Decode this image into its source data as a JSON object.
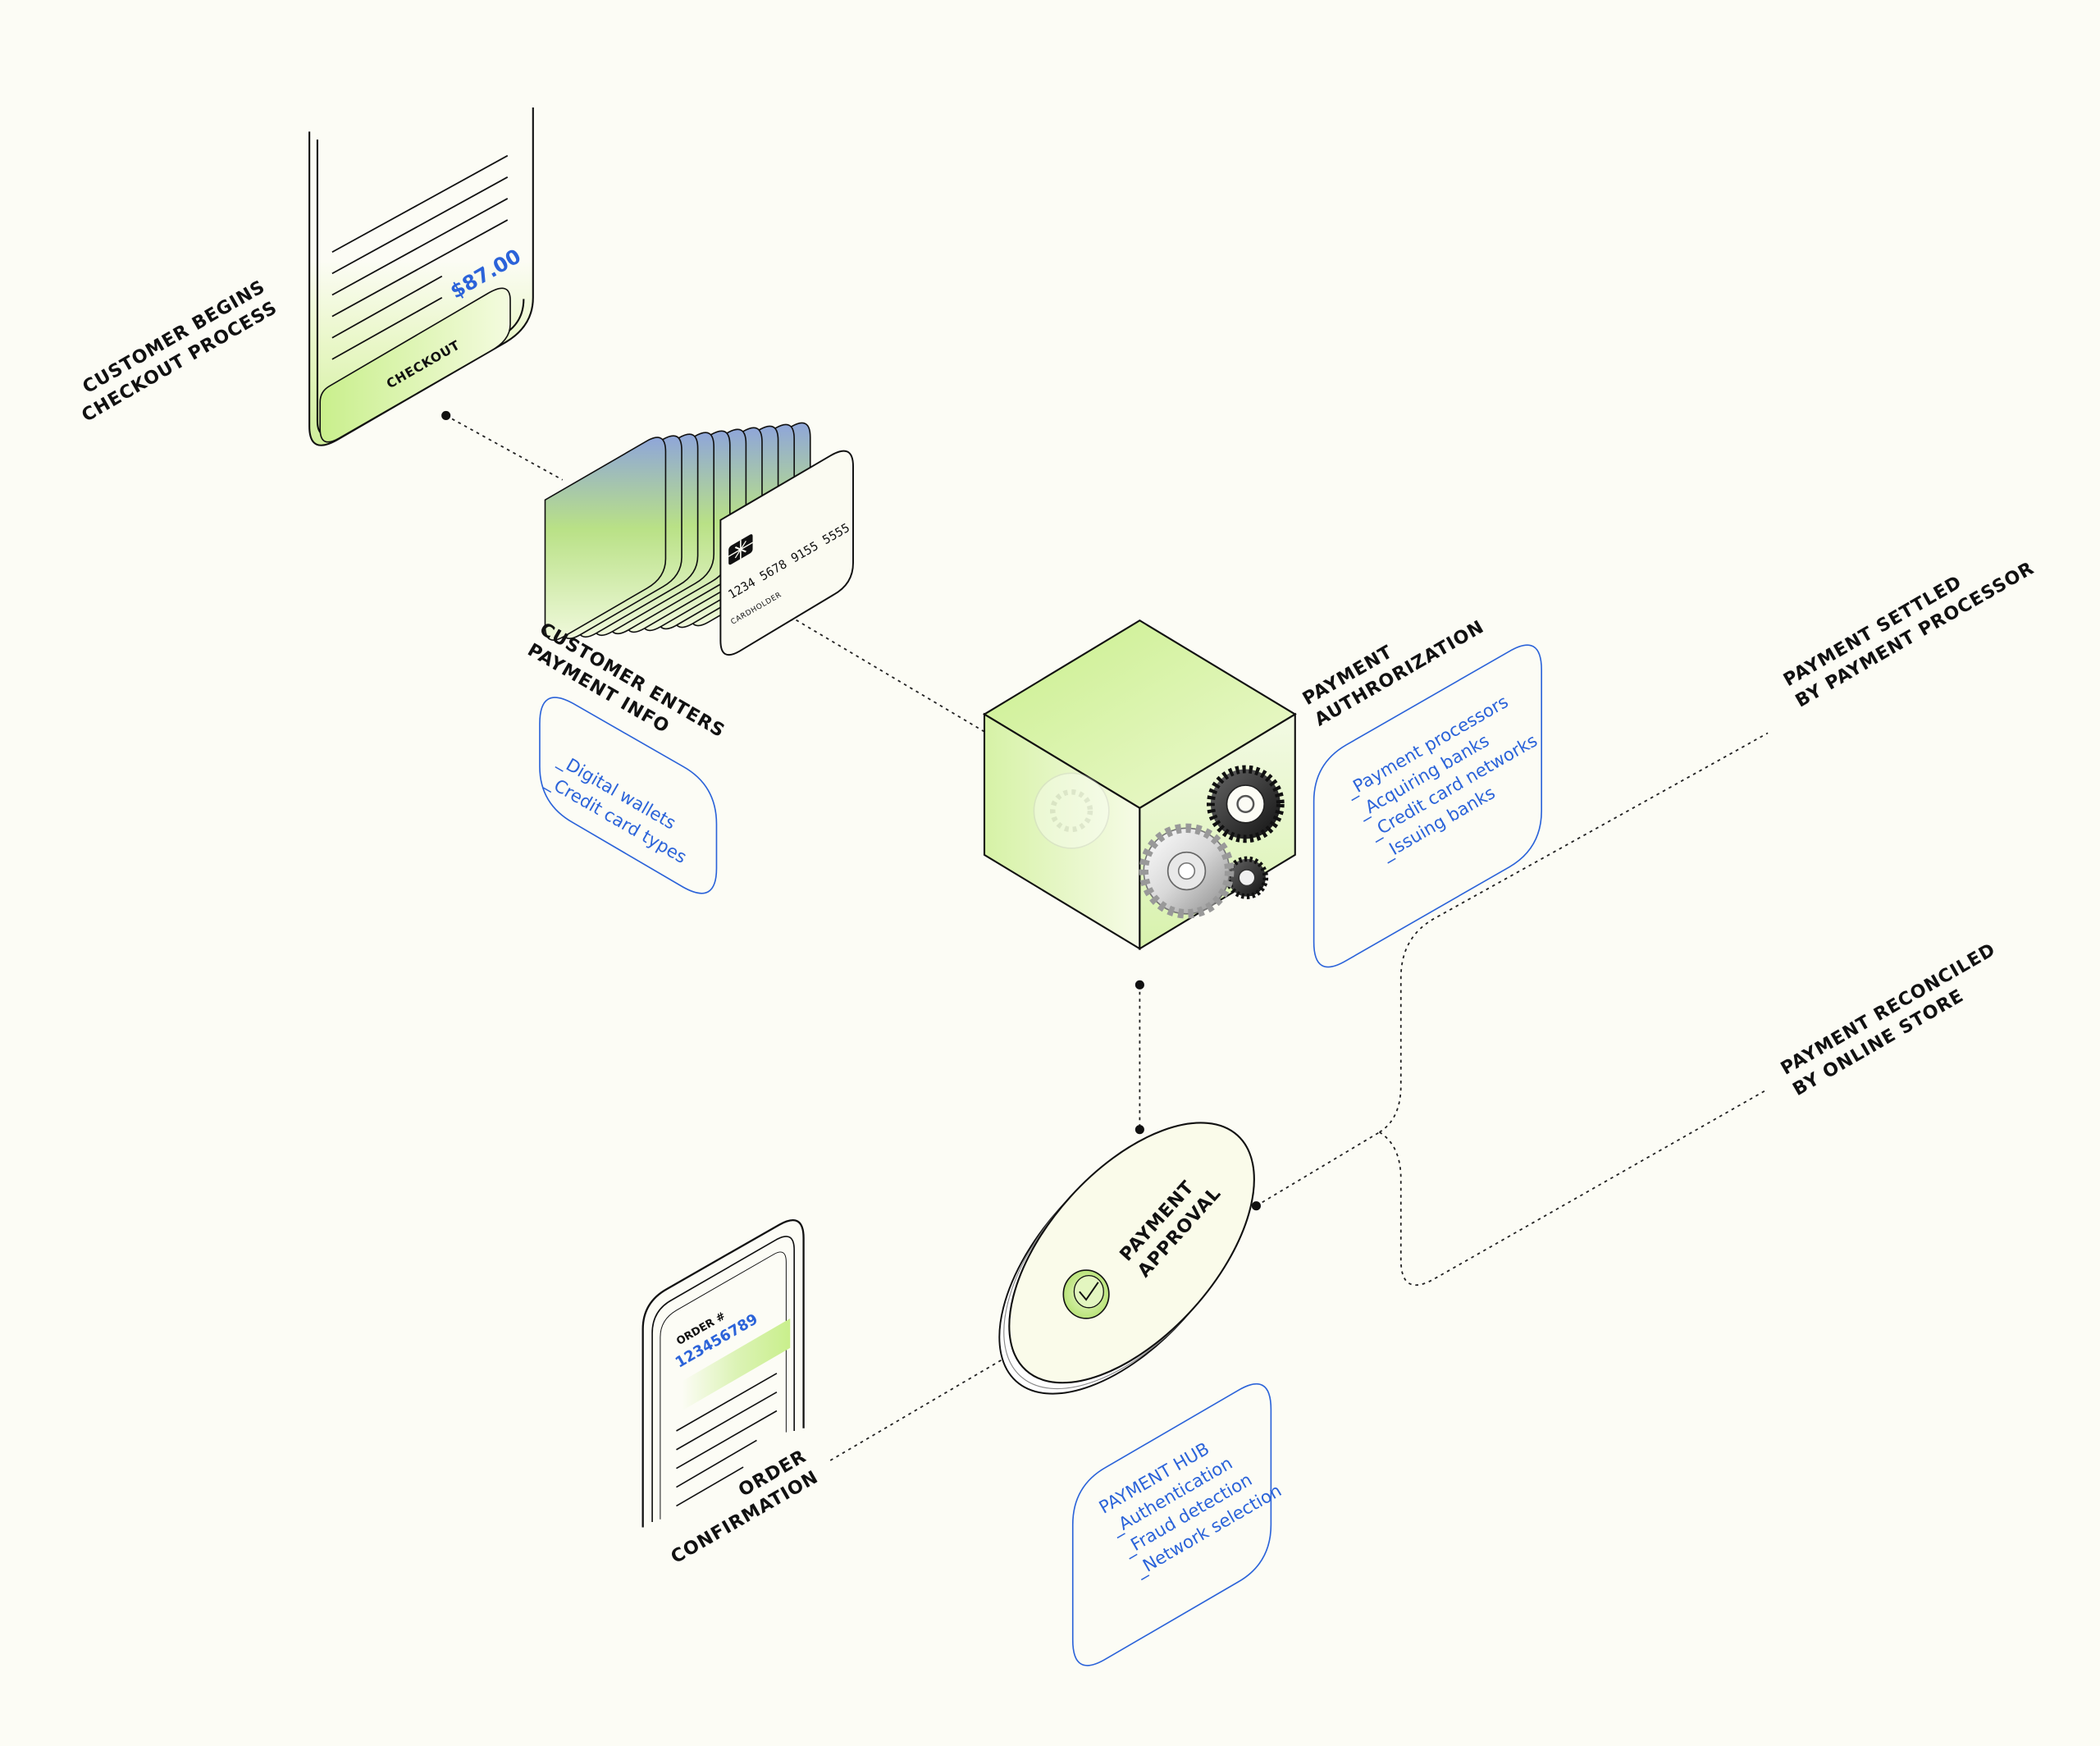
{
  "colors": {
    "background": "#fcfcf5",
    "accent_green": "#c9ef8c",
    "accent_blue": "#2b63d9",
    "card_blue": "#8fa6d9",
    "ink": "#111111"
  },
  "steps": {
    "checkout": {
      "label_line1": "CUSTOMER BEGINS",
      "label_line2": "CHECKOUT PROCESS",
      "price": "$87.00",
      "button": "CHECKOUT"
    },
    "payment_info": {
      "label_line1": "CUSTOMER ENTERS",
      "label_line2": "PAYMENT INFO",
      "card_number": "1234 5678 9155 5555",
      "card_holder": "CARDHOLDER",
      "items": [
        "_Digital wallets",
        "_Credit card types"
      ]
    },
    "authorization": {
      "label_line1": "PAYMENT",
      "label_line2": "AUTHRORIZATION",
      "items": [
        "_Payment processors",
        "_Acquiring banks",
        "_Credit card networks",
        "_Issuing banks"
      ]
    },
    "approval": {
      "label_line1": "PAYMENT",
      "label_line2": "APPROVAL",
      "items": [
        "PAYMENT HUB",
        "_Authentication",
        "_Fraud detection",
        "_Network selection"
      ]
    },
    "order": {
      "label_line1": "ORDER",
      "label_line2": "CONFIRMATION",
      "order_label": "ORDER #",
      "order_number": "123456789"
    },
    "settled": {
      "label_line1": "PAYMENT SETTLED",
      "label_line2": "BY PAYMENT PROCESSOR"
    },
    "reconciled": {
      "label_line1": "PAYMENT RECONCILED",
      "label_line2": "BY ONLINE STORE"
    }
  },
  "icons": {
    "card_chip": "card-chip-icon",
    "gears": "gears-icon",
    "approval_check": "checkmark-icon"
  }
}
